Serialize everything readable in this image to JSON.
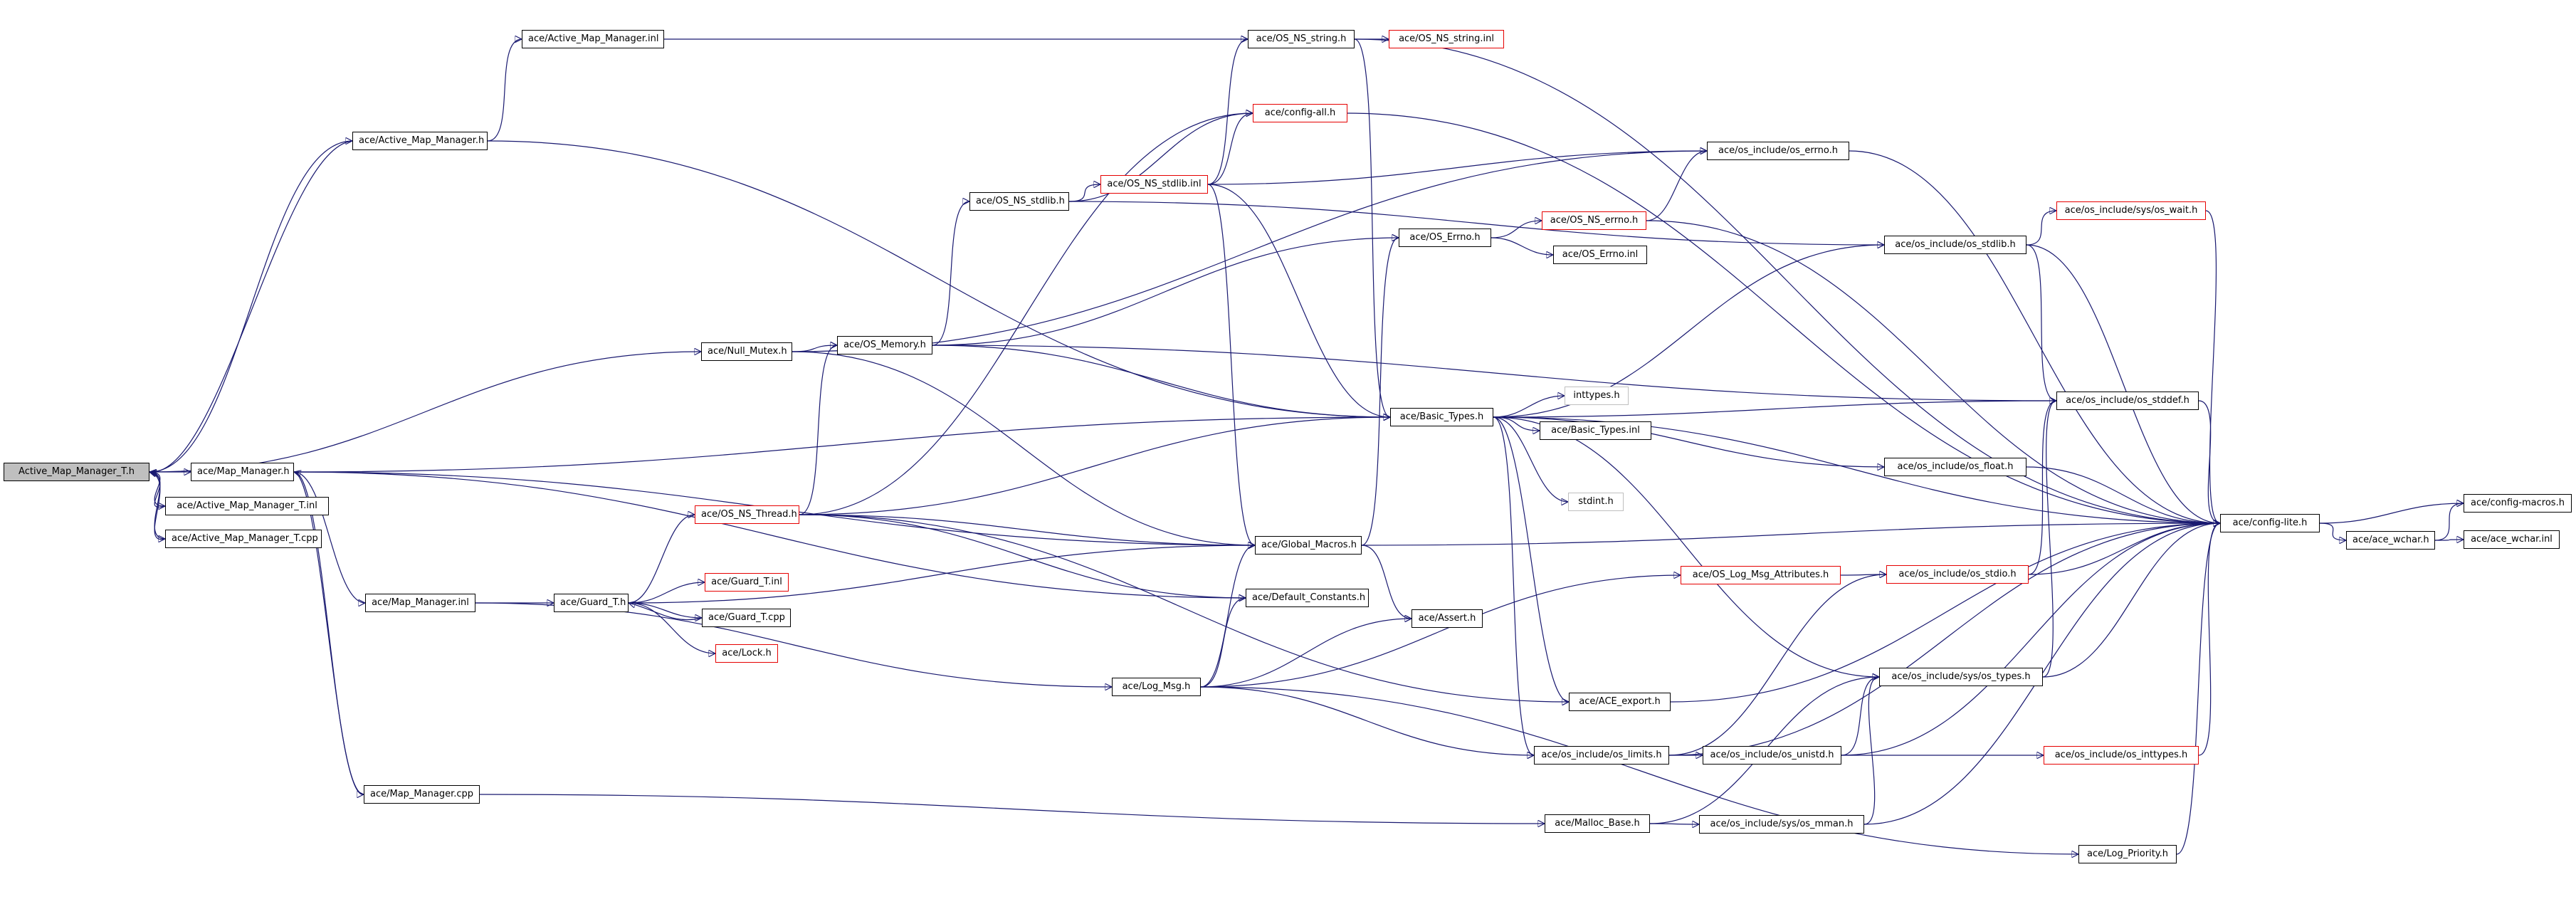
{
  "graph": {
    "nodes": [
      {
        "id": "root",
        "label": "Active_Map_Manager_T.h",
        "style": "root"
      },
      {
        "id": "amt_inl",
        "label": "ace/Active_Map_Manager_T.inl",
        "style": "normal"
      },
      {
        "id": "amt_cpp",
        "label": "ace/Active_Map_Manager_T.cpp",
        "style": "normal"
      },
      {
        "id": "mm_h",
        "label": "ace/Map_Manager.h",
        "style": "normal"
      },
      {
        "id": "mm_inl",
        "label": "ace/Map_Manager.inl",
        "style": "normal"
      },
      {
        "id": "mm_cpp",
        "label": "ace/Map_Manager.cpp",
        "style": "normal"
      },
      {
        "id": "am_h",
        "label": "ace/Active_Map_Manager.h",
        "style": "normal"
      },
      {
        "id": "am_inl",
        "label": "ace/Active_Map_Manager.inl",
        "style": "normal"
      },
      {
        "id": "null_mutex",
        "label": "ace/Null_Mutex.h",
        "style": "normal"
      },
      {
        "id": "os_ns_thread",
        "label": "ace/OS_NS_Thread.h",
        "style": "missing"
      },
      {
        "id": "guard_t",
        "label": "ace/Guard_T.h",
        "style": "normal"
      },
      {
        "id": "guard_inl",
        "label": "ace/Guard_T.inl",
        "style": "missing"
      },
      {
        "id": "guard_cpp",
        "label": "ace/Guard_T.cpp",
        "style": "normal"
      },
      {
        "id": "lock",
        "label": "ace/Lock.h",
        "style": "missing"
      },
      {
        "id": "os_ns_stdlib_h",
        "label": "ace/OS_NS_stdlib.h",
        "style": "normal"
      },
      {
        "id": "os_memory",
        "label": "ace/OS_Memory.h",
        "style": "normal"
      },
      {
        "id": "os_ns_string_h",
        "label": "ace/OS_NS_string.h",
        "style": "normal"
      },
      {
        "id": "os_ns_string_inl",
        "label": "ace/OS_NS_string.inl",
        "style": "missing"
      },
      {
        "id": "config_all",
        "label": "ace/config-all.h",
        "style": "missing"
      },
      {
        "id": "os_ns_stdlib_inl",
        "label": "ace/OS_NS_stdlib.inl",
        "style": "missing"
      },
      {
        "id": "global_macros",
        "label": "ace/Global_Macros.h",
        "style": "normal"
      },
      {
        "id": "default_constants",
        "label": "ace/Default_Constants.h",
        "style": "normal"
      },
      {
        "id": "log_msg",
        "label": "ace/Log_Msg.h",
        "style": "normal"
      },
      {
        "id": "assert_h",
        "label": "ace/Assert.h",
        "style": "normal"
      },
      {
        "id": "os_errno_h",
        "label": "ace/OS_Errno.h",
        "style": "normal"
      },
      {
        "id": "os_errno_inl",
        "label": "ace/OS_Errno.inl",
        "style": "normal"
      },
      {
        "id": "basic_types_h",
        "label": "ace/Basic_Types.h",
        "style": "normal"
      },
      {
        "id": "inttypes_h",
        "label": "inttypes.h",
        "style": "grey"
      },
      {
        "id": "basic_types_inl",
        "label": "ace/Basic_Types.inl",
        "style": "normal"
      },
      {
        "id": "stdint_h",
        "label": "stdint.h",
        "style": "grey"
      },
      {
        "id": "ace_export",
        "label": "ace/ACE_export.h",
        "style": "normal"
      },
      {
        "id": "os_limits",
        "label": "ace/os_include/os_limits.h",
        "style": "normal"
      },
      {
        "id": "malloc_base",
        "label": "ace/Malloc_Base.h",
        "style": "normal"
      },
      {
        "id": "os_log_msg_attr",
        "label": "ace/OS_Log_Msg_Attributes.h",
        "style": "missing"
      },
      {
        "id": "os_ns_errno",
        "label": "ace/OS_NS_errno.h",
        "style": "missing"
      },
      {
        "id": "os_inc_errno",
        "label": "ace/os_include/os_errno.h",
        "style": "normal"
      },
      {
        "id": "os_inc_stdlib",
        "label": "ace/os_include/os_stdlib.h",
        "style": "normal"
      },
      {
        "id": "os_inc_stddef",
        "label": "ace/os_include/os_stddef.h",
        "style": "normal"
      },
      {
        "id": "os_inc_float",
        "label": "ace/os_include/os_float.h",
        "style": "normal"
      },
      {
        "id": "os_inc_stdio",
        "label": "ace/os_include/os_stdio.h",
        "style": "missing"
      },
      {
        "id": "os_sys_types",
        "label": "ace/os_include/sys/os_types.h",
        "style": "normal"
      },
      {
        "id": "os_inc_unistd",
        "label": "ace/os_include/os_unistd.h",
        "style": "normal"
      },
      {
        "id": "os_sys_mman",
        "label": "ace/os_include/sys/os_mman.h",
        "style": "normal"
      },
      {
        "id": "os_sys_wait",
        "label": "ace/os_include/sys/os_wait.h",
        "style": "missing"
      },
      {
        "id": "os_inc_inttypes",
        "label": "ace/os_include/os_inttypes.h",
        "style": "missing"
      },
      {
        "id": "log_priority",
        "label": "ace/Log_Priority.h",
        "style": "normal"
      },
      {
        "id": "config_lite",
        "label": "ace/config-lite.h",
        "style": "normal"
      },
      {
        "id": "ace_wchar_h",
        "label": "ace/ace_wchar.h",
        "style": "normal"
      },
      {
        "id": "config_macros",
        "label": "ace/config-macros.h",
        "style": "normal"
      },
      {
        "id": "ace_wchar_inl",
        "label": "ace/ace_wchar.inl",
        "style": "normal"
      }
    ],
    "edges": [
      [
        "root",
        "mm_h"
      ],
      [
        "root",
        "amt_inl"
      ],
      [
        "root",
        "amt_cpp"
      ],
      [
        "root",
        "am_h"
      ],
      [
        "root",
        "null_mutex"
      ],
      [
        "amt_inl",
        "root"
      ],
      [
        "amt_cpp",
        "root"
      ],
      [
        "am_h",
        "root"
      ],
      [
        "am_h",
        "am_inl"
      ],
      [
        "am_h",
        "basic_types_h"
      ],
      [
        "am_inl",
        "os_ns_string_h"
      ],
      [
        "mm_h",
        "mm_inl"
      ],
      [
        "mm_h",
        "mm_cpp"
      ],
      [
        "mm_h",
        "global_macros"
      ],
      [
        "mm_h",
        "default_constants"
      ],
      [
        "mm_h",
        "basic_types_h"
      ],
      [
        "mm_cpp",
        "mm_h"
      ],
      [
        "mm_cpp",
        "malloc_base"
      ],
      [
        "mm_inl",
        "guard_t"
      ],
      [
        "mm_inl",
        "log_msg"
      ],
      [
        "guard_t",
        "os_ns_thread"
      ],
      [
        "guard_t",
        "guard_inl"
      ],
      [
        "guard_t",
        "guard_cpp"
      ],
      [
        "guard_t",
        "lock"
      ],
      [
        "guard_t",
        "global_macros"
      ],
      [
        "guard_cpp",
        "guard_t"
      ],
      [
        "null_mutex",
        "os_memory"
      ],
      [
        "null_mutex",
        "global_macros"
      ],
      [
        "null_mutex",
        "os_inc_errno"
      ],
      [
        "os_ns_thread",
        "config_all"
      ],
      [
        "os_ns_thread",
        "global_macros"
      ],
      [
        "os_ns_thread",
        "basic_types_h"
      ],
      [
        "os_ns_thread",
        "os_memory"
      ],
      [
        "os_ns_thread",
        "default_constants"
      ],
      [
        "os_ns_thread",
        "ace_export"
      ],
      [
        "os_memory",
        "os_ns_stdlib_h"
      ],
      [
        "os_memory",
        "os_errno_h"
      ],
      [
        "os_memory",
        "basic_types_h"
      ],
      [
        "os_memory",
        "os_inc_stddef"
      ],
      [
        "os_ns_stdlib_h",
        "os_ns_stdlib_inl"
      ],
      [
        "os_ns_stdlib_h",
        "config_all"
      ],
      [
        "os_ns_stdlib_h",
        "os_inc_stdlib"
      ],
      [
        "os_ns_stdlib_inl",
        "os_ns_string_h"
      ],
      [
        "os_ns_stdlib_inl",
        "config_all"
      ],
      [
        "os_ns_stdlib_inl",
        "global_macros"
      ],
      [
        "os_ns_stdlib_inl",
        "basic_types_h"
      ],
      [
        "os_ns_stdlib_inl",
        "os_inc_errno"
      ],
      [
        "os_ns_string_h",
        "os_ns_string_inl"
      ],
      [
        "os_ns_string_h",
        "basic_types_h"
      ],
      [
        "os_ns_string_h",
        "config_lite"
      ],
      [
        "config_all",
        "config_lite"
      ],
      [
        "global_macros",
        "os_errno_h"
      ],
      [
        "global_macros",
        "assert_h"
      ],
      [
        "global_macros",
        "config_lite"
      ],
      [
        "log_msg",
        "default_constants"
      ],
      [
        "log_msg",
        "assert_h"
      ],
      [
        "log_msg",
        "global_macros"
      ],
      [
        "log_msg",
        "os_log_msg_attr"
      ],
      [
        "log_msg",
        "os_limits"
      ],
      [
        "log_msg",
        "log_priority"
      ],
      [
        "os_errno_h",
        "os_errno_inl"
      ],
      [
        "os_errno_h",
        "os_ns_errno"
      ],
      [
        "os_ns_errno",
        "os_inc_errno"
      ],
      [
        "os_ns_errno",
        "config_lite"
      ],
      [
        "os_inc_errno",
        "config_lite"
      ],
      [
        "basic_types_h",
        "inttypes_h"
      ],
      [
        "basic_types_h",
        "basic_types_inl"
      ],
      [
        "basic_types_h",
        "stdint_h"
      ],
      [
        "basic_types_h",
        "os_inc_stdlib"
      ],
      [
        "basic_types_h",
        "os_inc_stddef"
      ],
      [
        "basic_types_h",
        "os_inc_float"
      ],
      [
        "basic_types_h",
        "config_lite"
      ],
      [
        "basic_types_h",
        "ace_export"
      ],
      [
        "basic_types_h",
        "os_limits"
      ],
      [
        "basic_types_h",
        "os_sys_types"
      ],
      [
        "os_inc_stdlib",
        "os_sys_wait"
      ],
      [
        "os_inc_stdlib",
        "os_inc_stddef"
      ],
      [
        "os_inc_stdlib",
        "config_lite"
      ],
      [
        "os_sys_wait",
        "config_lite"
      ],
      [
        "os_inc_stddef",
        "config_lite"
      ],
      [
        "os_inc_float",
        "config_lite"
      ],
      [
        "os_log_msg_attr",
        "os_inc_stdio"
      ],
      [
        "os_inc_stdio",
        "os_inc_stddef"
      ],
      [
        "os_inc_stdio",
        "config_lite"
      ],
      [
        "ace_export",
        "config_lite"
      ],
      [
        "os_limits",
        "os_inc_unistd"
      ],
      [
        "os_limits",
        "os_inc_stdio"
      ],
      [
        "os_limits",
        "config_lite"
      ],
      [
        "os_inc_unistd",
        "os_sys_types"
      ],
      [
        "os_inc_unistd",
        "os_inc_inttypes"
      ],
      [
        "os_inc_unistd",
        "config_lite"
      ],
      [
        "os_sys_types",
        "os_inc_stddef"
      ],
      [
        "os_sys_types",
        "config_lite"
      ],
      [
        "malloc_base",
        "os_sys_mman"
      ],
      [
        "malloc_base",
        "os_sys_types"
      ],
      [
        "os_sys_mman",
        "os_sys_types"
      ],
      [
        "os_sys_mman",
        "config_lite"
      ],
      [
        "os_inc_inttypes",
        "config_lite"
      ],
      [
        "log_priority",
        "config_lite"
      ],
      [
        "config_lite",
        "ace_wchar_h"
      ],
      [
        "config_lite",
        "config_macros"
      ],
      [
        "ace_wchar_h",
        "ace_wchar_inl"
      ],
      [
        "ace_wchar_h",
        "config_macros"
      ]
    ]
  },
  "colors": {
    "edge": "#191970",
    "root_fill": "#bfbfbf",
    "missing_border": "#e60000",
    "system_border": "#bfbfbf",
    "node_border": "#000000"
  }
}
